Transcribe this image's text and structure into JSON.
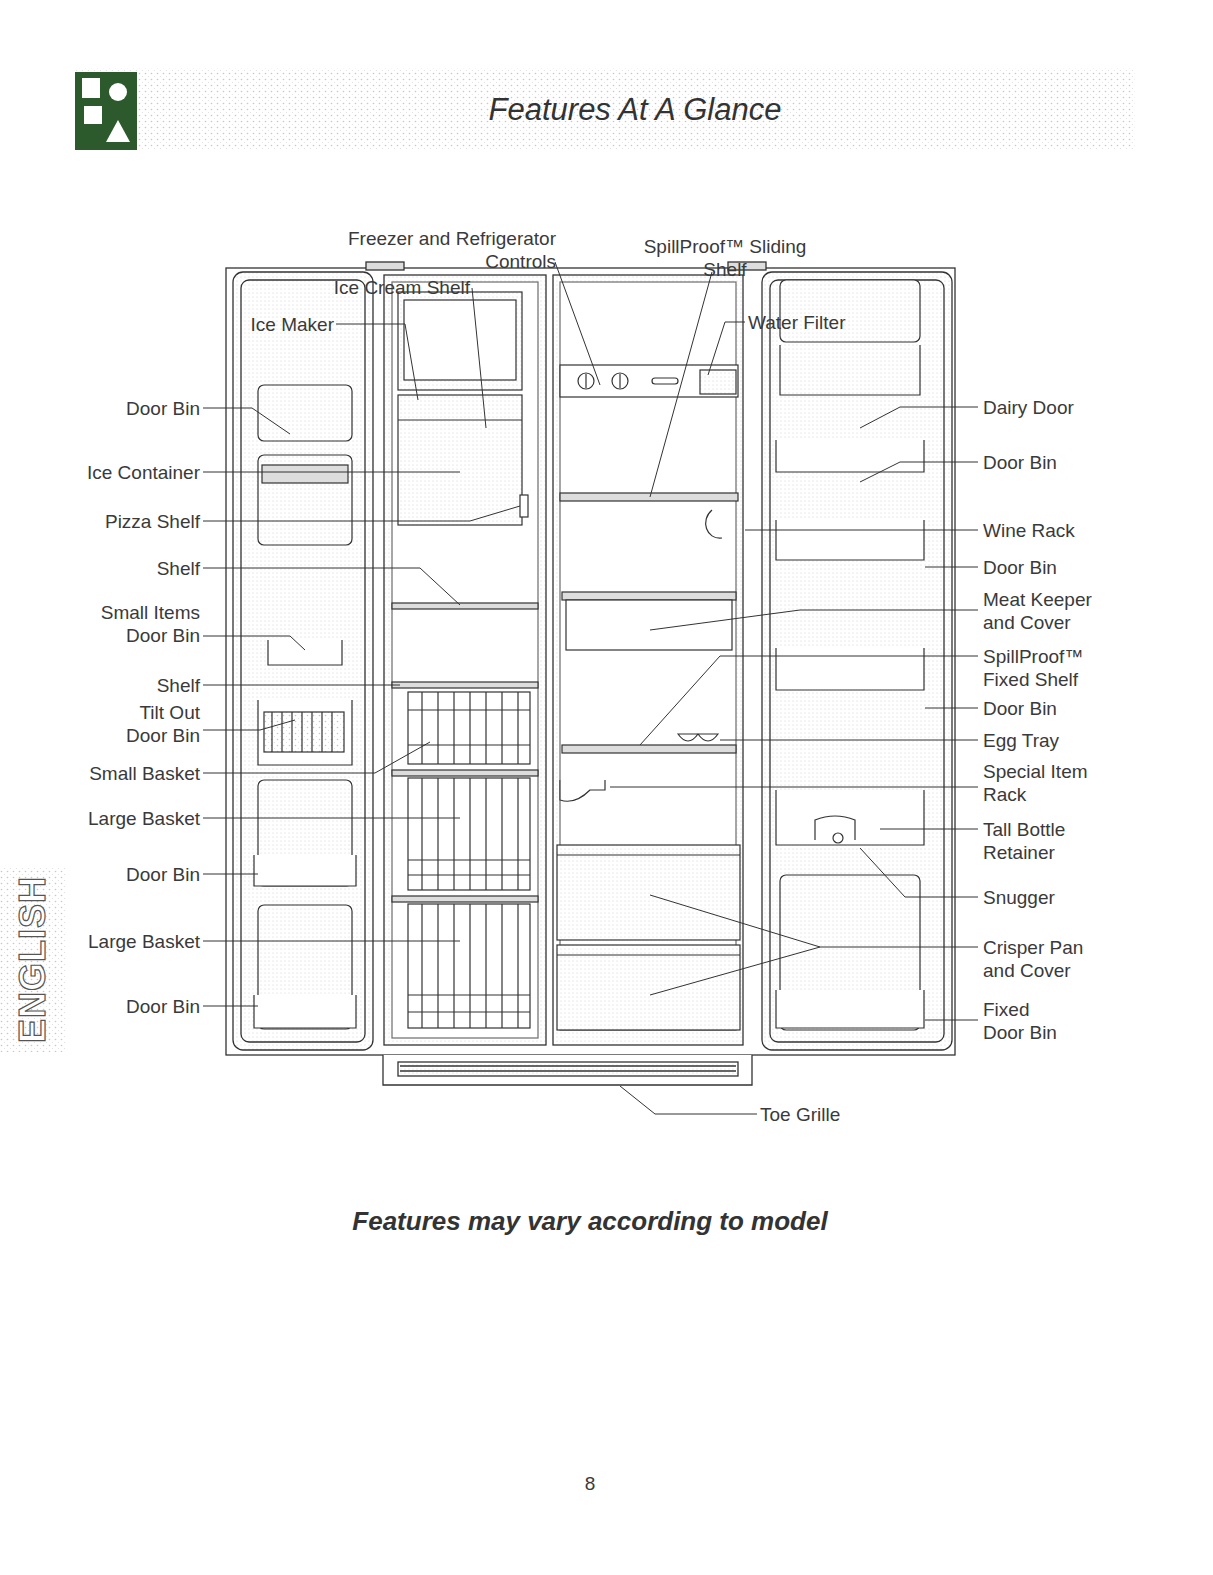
{
  "diagram": {
    "title": "Features At A Glance",
    "caption": "Features may vary according to model",
    "nodes": [
      {
        "text": [
          "ENGLISH"
        ]
      }
    ],
    "labels": [
      "Freezer and Refrigerator Controls",
      "SpillProof™ Sliding Shelf",
      "Ice Cream Shelf",
      "Ice Maker",
      "Water Filter",
      "Door Bin",
      "Ice Container",
      "Pizza Shelf",
      "Shelf",
      "Small Items Door Bin",
      "Shelf",
      "Tilt Out Door Bin",
      "Small Basket",
      "Large Basket",
      "Door Bin",
      "Large Basket",
      "Door Bin",
      "Dairy Door",
      "Door Bin",
      "Wine Rack",
      "Door Bin",
      "Meat Keeper and Cover",
      "SpillProof™ Fixed Shelf",
      "Door Bin",
      "Egg Tray",
      "Special Item Rack",
      "Tall Bottle Retainer",
      "Snugger",
      "Crisper Pan and Cover",
      "Fixed Door Bin",
      "Toe Grille",
      "8"
    ]
  }
}
